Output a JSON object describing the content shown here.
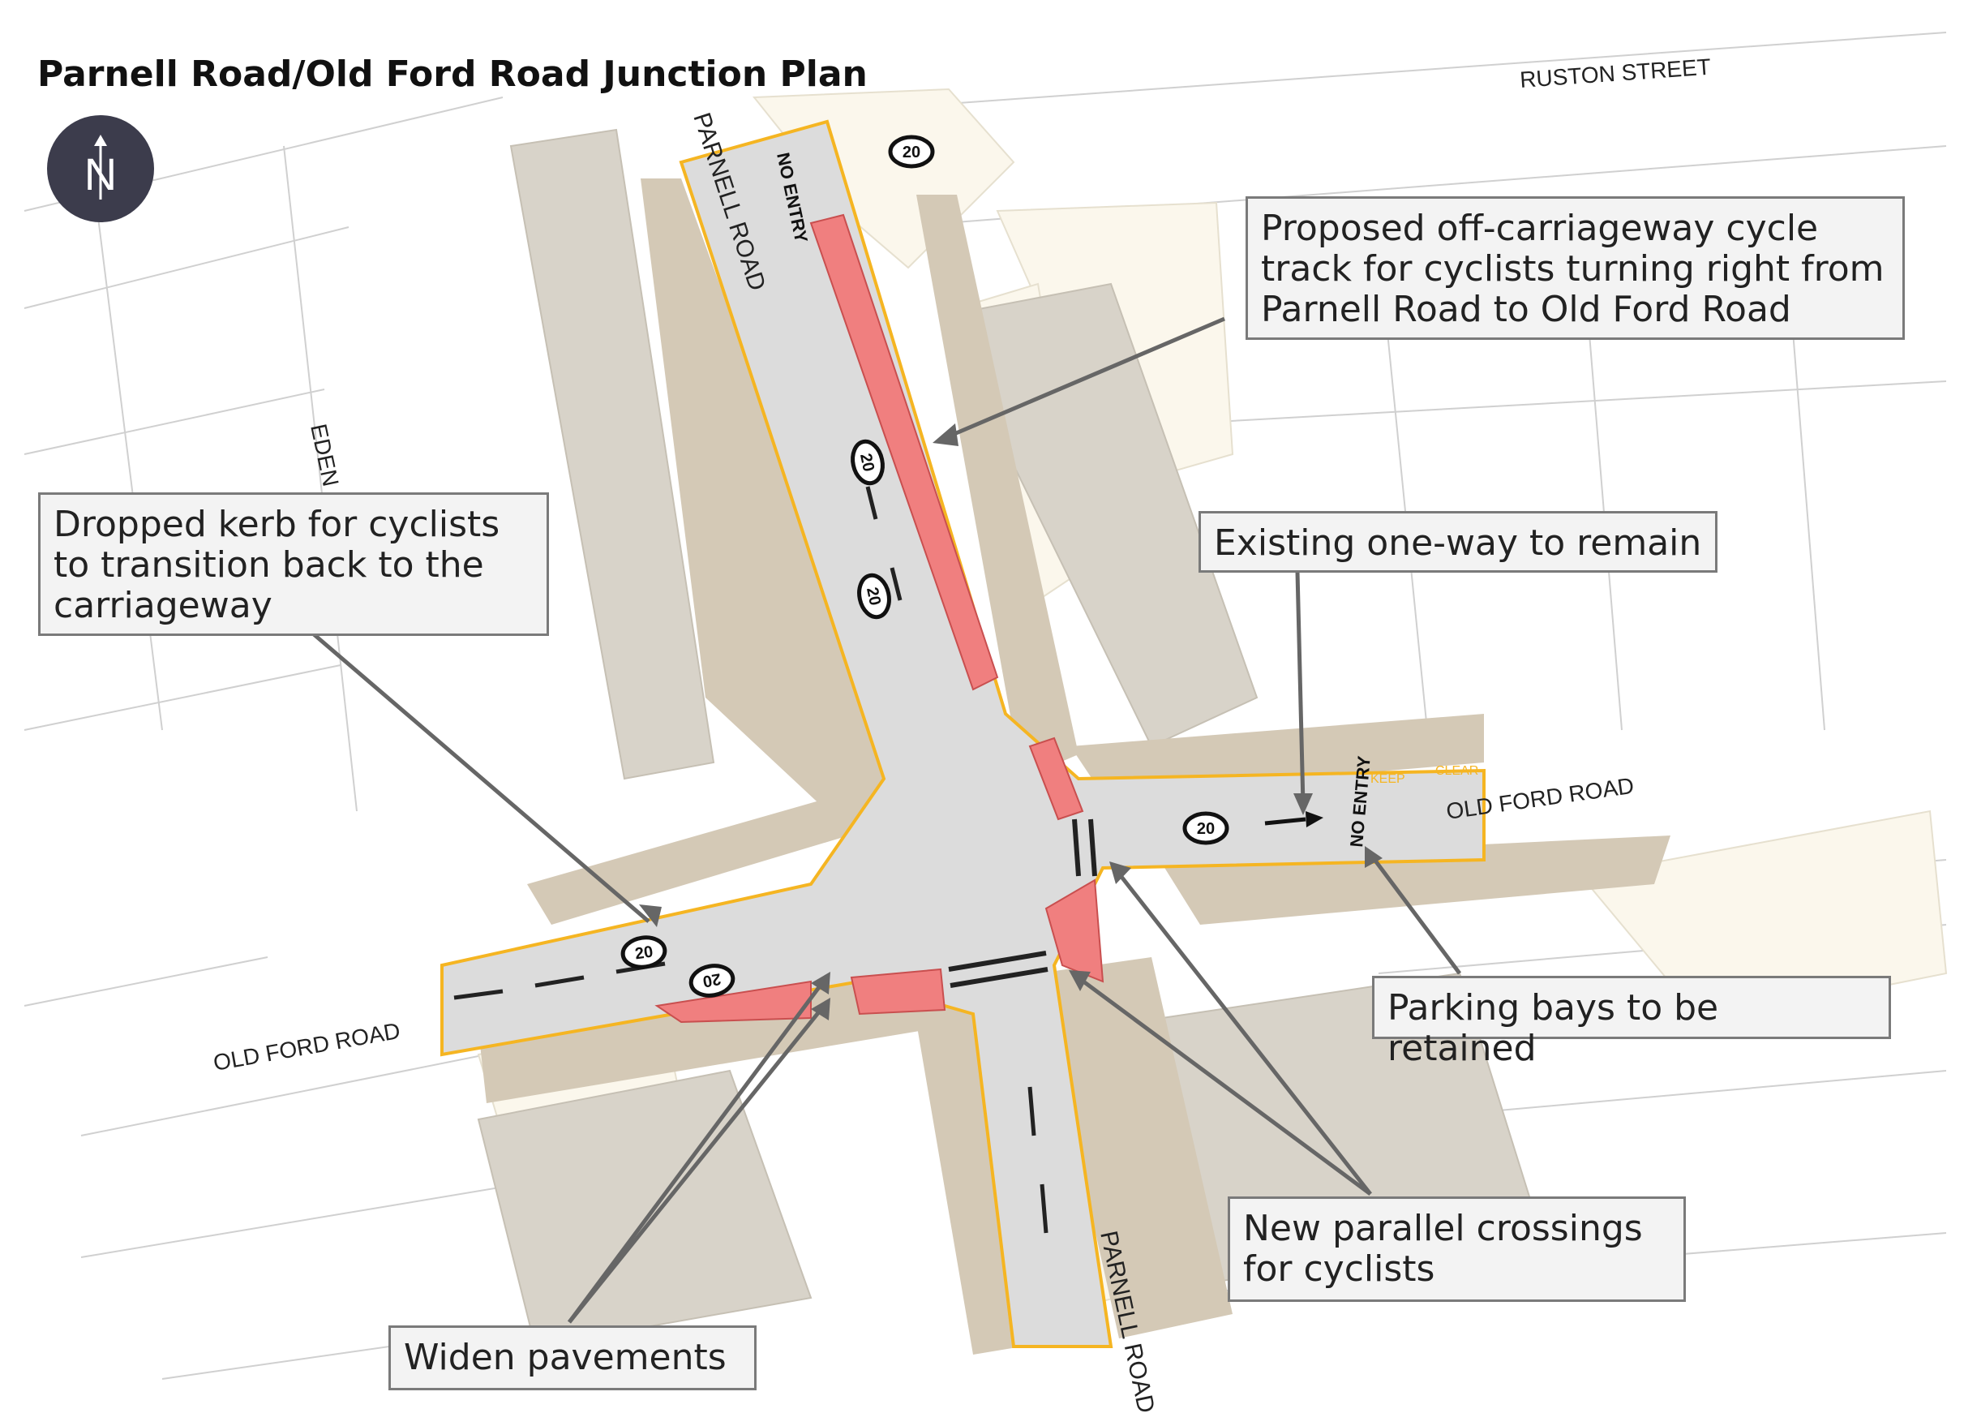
{
  "title": "Parnell Road/Old Ford Road Junction Plan",
  "colors": {
    "building_dark": "#d8d3c9",
    "building_light": "#fbf7ec",
    "carriageway": "#dcdcdc",
    "footway_paving": "#d4c9b6",
    "buildout": "#d9c2a3",
    "cycle_track": "#f07f7f",
    "kerb_line": "#f5b522",
    "tactile": "#e06060",
    "north_badge": "#3c3c4c",
    "callout_bg": "#f3f3f3",
    "callout_border": "#7a7a7a",
    "leader": "#666666"
  },
  "north_arrow": {
    "letter": "N",
    "icon": "north-arrow-icon"
  },
  "street_labels": {
    "ruston_street": "RUSTON STREET",
    "parnell_road_north": "PARNELL ROAD",
    "parnell_road_south": "PARNELL ROAD",
    "old_ford_road_east": "OLD FORD ROAD",
    "old_ford_road_west": "OLD FORD ROAD",
    "eden": "EDEN"
  },
  "road_markings": {
    "no_entry_north": "NO ENTRY",
    "no_entry_east": "NO ENTRY",
    "speed": "20",
    "keep": "KEEP",
    "clear": "CLEAR"
  },
  "callouts": {
    "off_carriageway_track": "Proposed off-carriageway cycle\ntrack for cyclists turning right from\nParnell Road to Old Ford Road",
    "dropped_kerb": "Dropped kerb for cyclists\nto transition back to the\ncarriageway",
    "one_way": "Existing one-way to remain",
    "parking_bays": "Parking bays to be retained",
    "parallel_crossings": "New parallel crossings\nfor cyclists",
    "widen_pavements": "Widen pavements"
  }
}
